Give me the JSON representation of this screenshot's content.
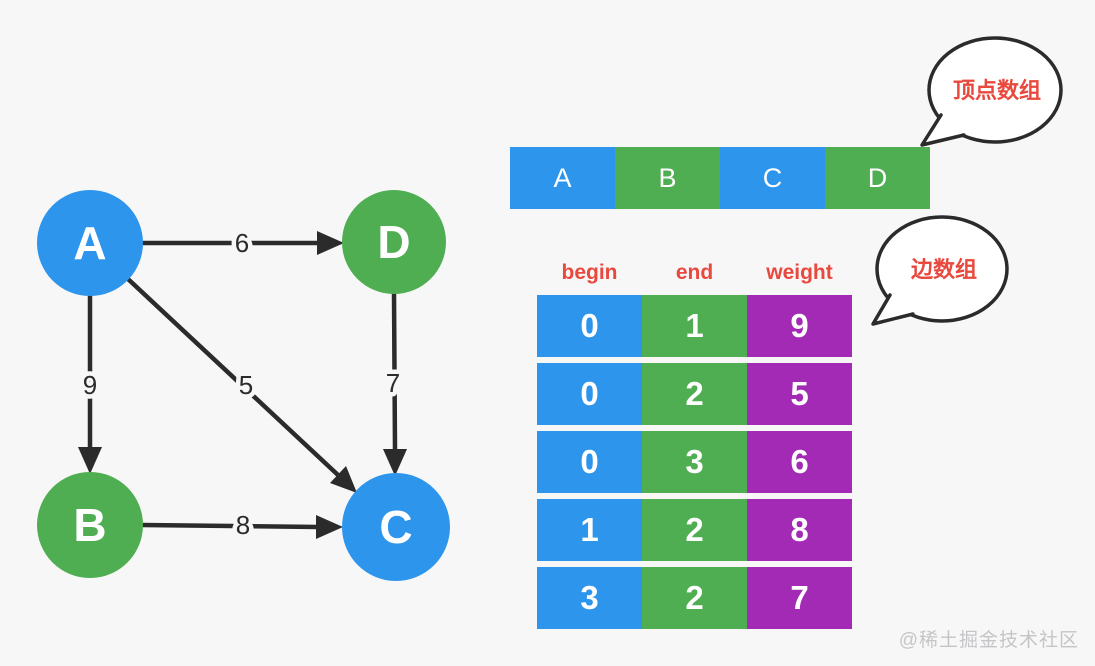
{
  "page": {
    "background": "#f7f7f8"
  },
  "colors": {
    "blue": "#2e95ec",
    "green": "#4fad52",
    "purple": "#a32ab4",
    "red": "#e9483d",
    "line_black": "#2b2b2b",
    "white": "#ffffff",
    "watermark_gray": "#c5c4c7"
  },
  "graph": {
    "nodes": [
      {
        "id": "A",
        "label": "A",
        "color": "blue"
      },
      {
        "id": "B",
        "label": "B",
        "color": "green"
      },
      {
        "id": "C",
        "label": "C",
        "color": "blue"
      },
      {
        "id": "D",
        "label": "D",
        "color": "green"
      }
    ],
    "edges": [
      {
        "from": "A",
        "to": "D",
        "weight": "6"
      },
      {
        "from": "A",
        "to": "B",
        "weight": "9"
      },
      {
        "from": "A",
        "to": "C",
        "weight": "5"
      },
      {
        "from": "D",
        "to": "C",
        "weight": "7"
      },
      {
        "from": "B",
        "to": "C",
        "weight": "8"
      }
    ]
  },
  "vertex_array": {
    "bubble_label": "顶点数组",
    "cells": [
      {
        "label": "A",
        "color": "blue"
      },
      {
        "label": "B",
        "color": "green"
      },
      {
        "label": "C",
        "color": "blue"
      },
      {
        "label": "D",
        "color": "green"
      }
    ]
  },
  "edge_table": {
    "bubble_label": "边数组",
    "headers": [
      "begin",
      "end",
      "weight"
    ],
    "column_colors": [
      "blue",
      "green",
      "purple"
    ],
    "rows": [
      [
        "0",
        "1",
        "9"
      ],
      [
        "0",
        "2",
        "5"
      ],
      [
        "0",
        "3",
        "6"
      ],
      [
        "1",
        "2",
        "8"
      ],
      [
        "3",
        "2",
        "7"
      ]
    ]
  },
  "watermark": "@稀土掘金技术社区"
}
